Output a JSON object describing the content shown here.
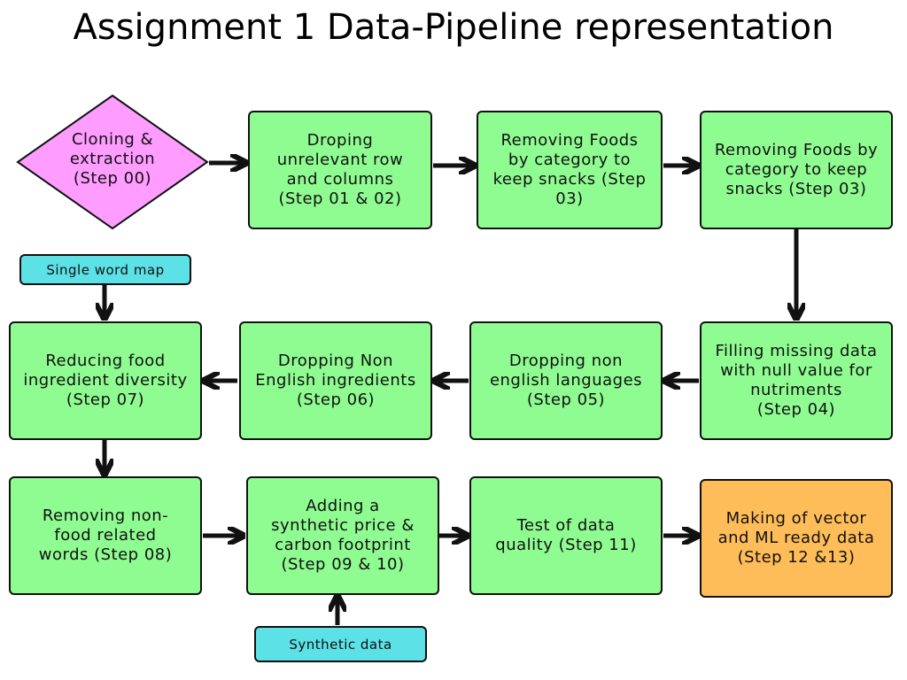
{
  "title": "Assignment 1 Data-Pipeline representation",
  "colors": {
    "step_fill": "#8ffc92",
    "start_fill": "#ff9cff",
    "final_fill": "#ffbd59",
    "input_fill": "#5ce1e6",
    "stroke": "#111111"
  },
  "nodes": {
    "step00": "Cloning &\nextraction\n(Step 00)",
    "step01_02": "Droping\nunrelevant row\nand columns\n(Step 01 & 02)",
    "step03a": "Removing Foods\nby category to\nkeep snacks (Step\n03)",
    "step03b": "Removing Foods by\ncategory to keep\nsnacks (Step 03)",
    "step04": "Filling missing data\nwith null value for\nnutriments\n(Step 04)",
    "step05": "Dropping non\nenglish languages\n(Step 05)",
    "step06": "Dropping Non\nEnglish ingredients\n(Step 06)",
    "step07": "Reducing food\ningredient diversity\n(Step 07)",
    "step08": "Removing non-\nfood related\nwords (Step 08)",
    "step09_10": "Adding a\nsynthetic price &\ncarbon footprint\n(Step 09 & 10)",
    "step11": "Test of data\nquality (Step 11)",
    "step12_13": "Making of vector\nand ML ready data\n(Step 12 &13)",
    "single_word_map": "Single word map",
    "synthetic_data": "Synthetic data"
  }
}
